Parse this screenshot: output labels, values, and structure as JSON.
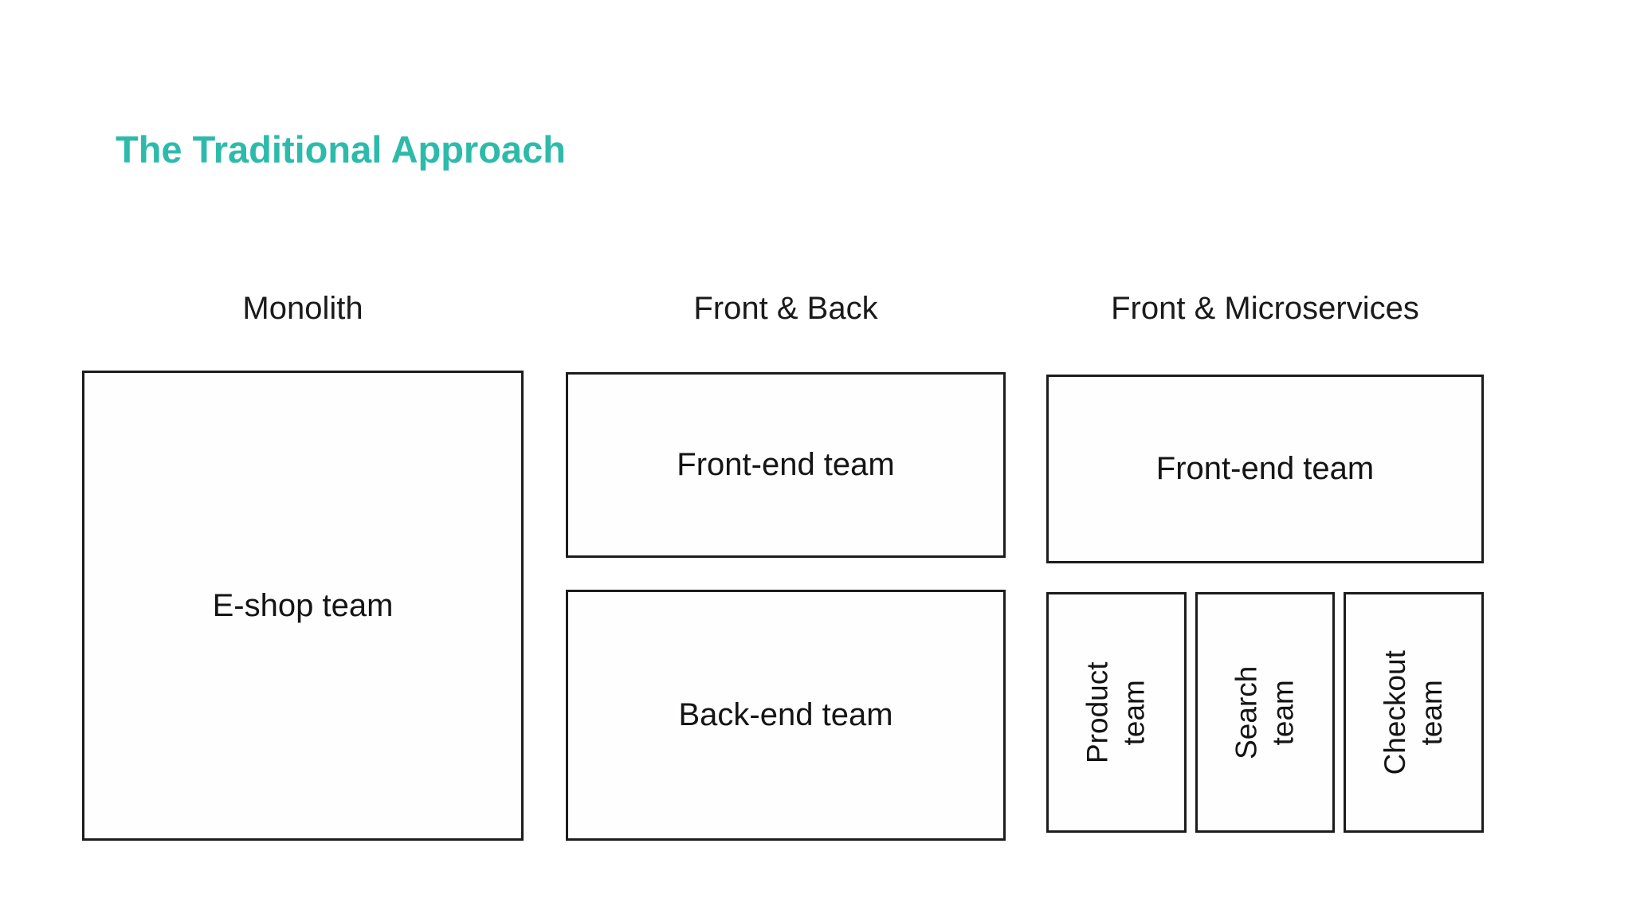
{
  "title": {
    "text": "The Traditional Approach"
  },
  "colors": {
    "accent": "#2dbaaa",
    "text": "#1a1a1a",
    "border": "#1c1c1c",
    "background": "#ffffff"
  },
  "columns": [
    {
      "header": "Monolith",
      "boxes": [
        {
          "label": "E-shop team"
        }
      ]
    },
    {
      "header": "Front & Back",
      "boxes": [
        {
          "label": "Front-end team"
        },
        {
          "label": "Back-end team"
        }
      ]
    },
    {
      "header": "Front & Microservices",
      "boxes": [
        {
          "label": "Front-end team"
        }
      ],
      "micro_teams": [
        {
          "line1": "Product",
          "line2": "team"
        },
        {
          "line1": "Search",
          "line2": "team"
        },
        {
          "line1": "Checkout",
          "line2": "team"
        }
      ]
    }
  ]
}
